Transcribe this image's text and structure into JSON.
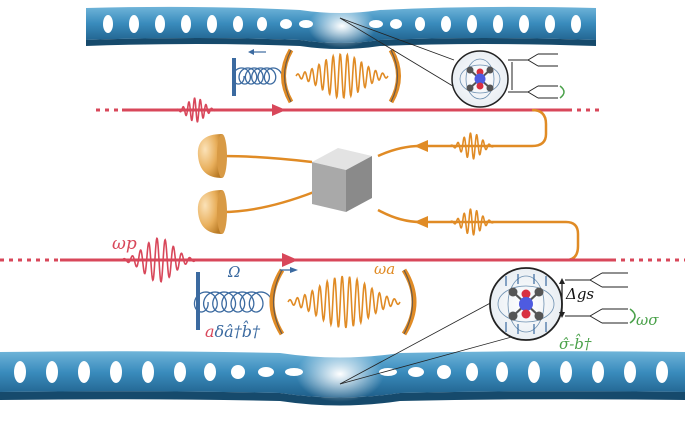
{
  "labels": {
    "omega_p": "ωp",
    "omega_a": "ωa",
    "Omega": "Ω",
    "coupling_a": "a",
    "coupling_rest": "δâ†b̂†",
    "delta_gs": "Δgs",
    "omega_sigma": "ωσ",
    "sigma_b": "σ̂-b̂†"
  },
  "colors": {
    "red_waveguide": "#d8475a",
    "orange_fiber": "#e08b25",
    "blue_beam": "#2f7aa8",
    "mechanical_blue": "#3b6aa0",
    "green_transition": "#4aa14a",
    "cube_gray": "#bdbdbd"
  }
}
